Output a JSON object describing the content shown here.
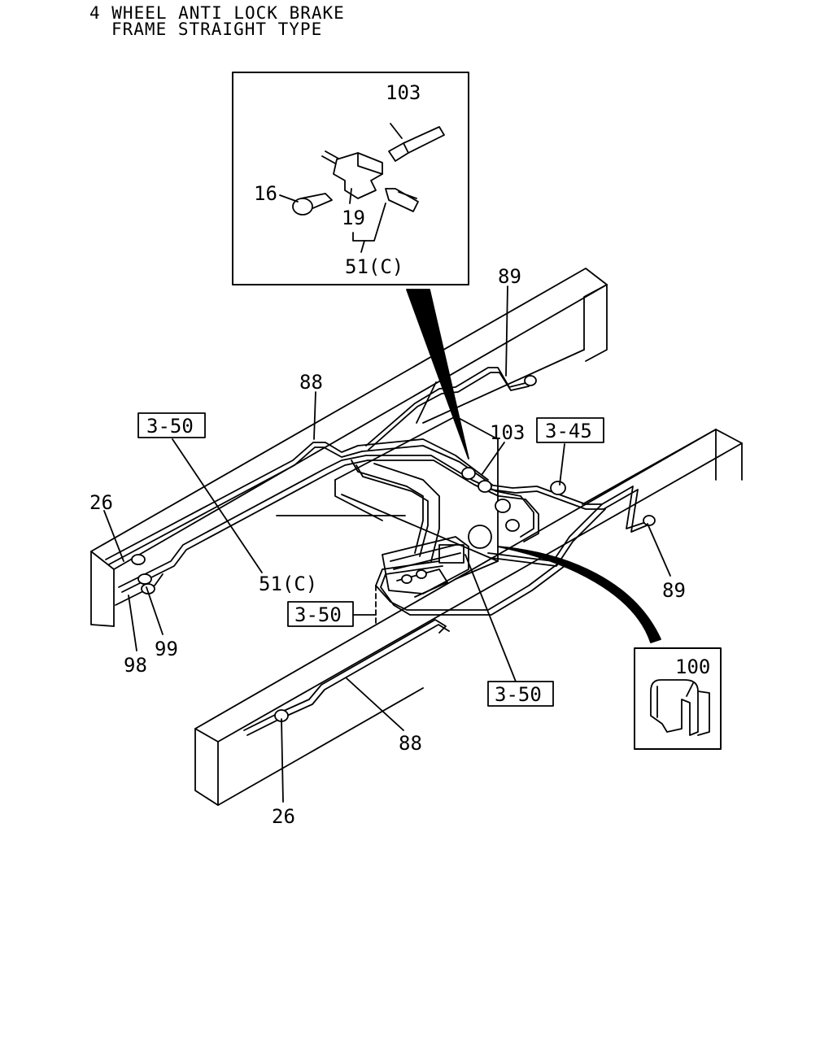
{
  "title": {
    "line1": "4 WHEEL ANTI LOCK BRAKE",
    "line2": "FRAME STRAIGHT TYPE"
  },
  "callouts": {
    "inset_103": "103",
    "inset_16": "16",
    "inset_19": "19",
    "inset_51c": "51(C)",
    "p89_top": "89",
    "p88_top": "88",
    "p103_main": "103",
    "p26_left": "26",
    "p51c_main": "51(C)",
    "p99": "99",
    "p98": "98",
    "p89_right": "89",
    "p100": "100",
    "p88_bottom": "88",
    "p26_bottom": "26"
  },
  "refs": {
    "ref_350_a": "3-50",
    "ref_345": "3-45",
    "ref_350_b": "3-50",
    "ref_350_c": "3-50"
  }
}
